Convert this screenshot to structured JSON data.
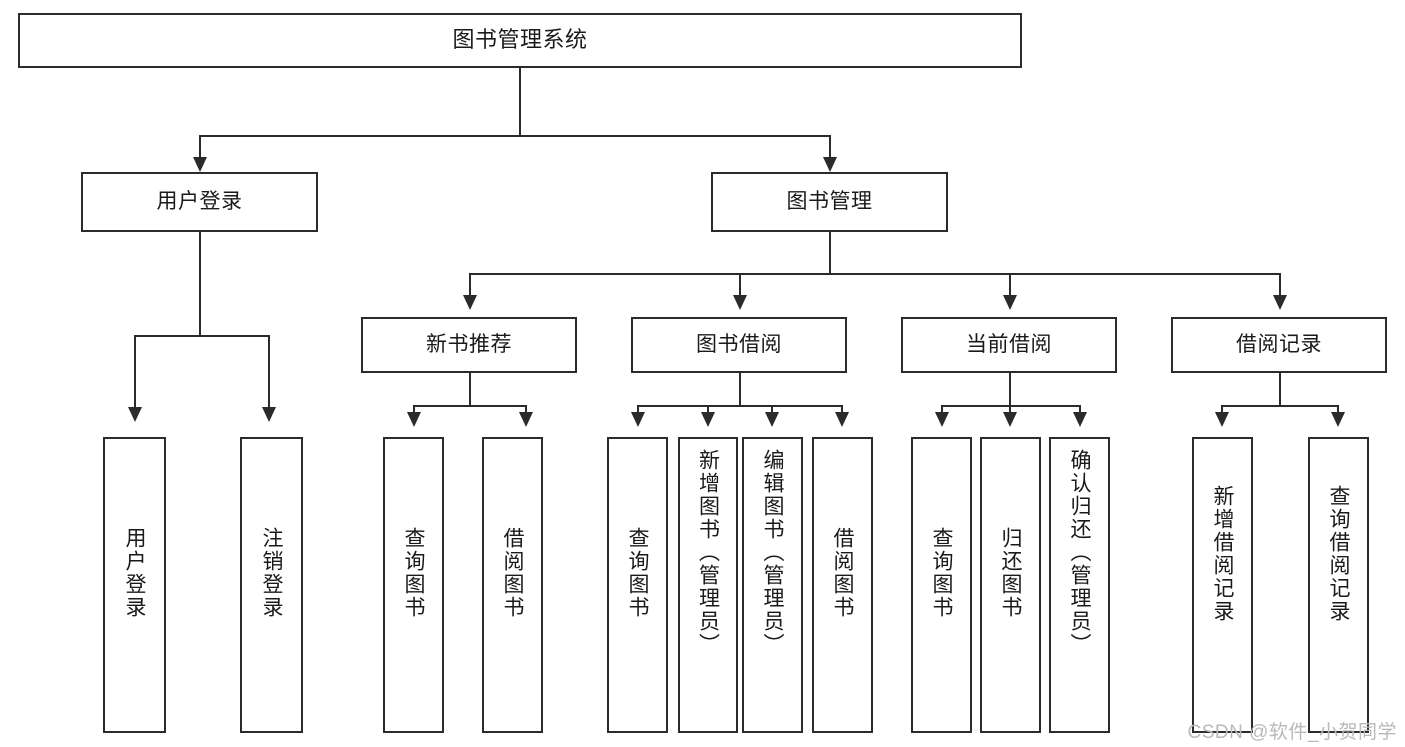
{
  "diagram": {
    "title": "图书管理系统",
    "type": "tree-hierarchy-chart",
    "watermark": "CSDN @软件_小贺同学",
    "colors": {
      "stroke": "#2b2b2b",
      "fill": "#ffffff",
      "text": "#1a1a1a",
      "watermark": "#b9b9b9"
    },
    "root": {
      "label": "图书管理系统"
    },
    "level2": [
      {
        "id": "user-login",
        "label": "用户登录"
      },
      {
        "id": "book-manage",
        "label": "图书管理"
      }
    ],
    "level3": [
      {
        "id": "new-book-recommend",
        "label": "新书推荐"
      },
      {
        "id": "book-borrow",
        "label": "图书借阅"
      },
      {
        "id": "current-borrow",
        "label": "当前借阅"
      },
      {
        "id": "borrow-record",
        "label": "借阅记录"
      }
    ],
    "leaves": {
      "user_login": [
        {
          "id": "leaf-user-login",
          "label": "用户登录"
        },
        {
          "id": "leaf-logout",
          "label": "注销登录"
        }
      ],
      "new_book_recommend": [
        {
          "id": "leaf-query-book-1",
          "label": "查询图书"
        },
        {
          "id": "leaf-borrow-book-1",
          "label": "借阅图书"
        }
      ],
      "book_borrow": [
        {
          "id": "leaf-query-book-2",
          "label": "查询图书"
        },
        {
          "id": "leaf-add-book",
          "label": "新增图书（管理员）"
        },
        {
          "id": "leaf-edit-book",
          "label": "编辑图书（管理员）"
        },
        {
          "id": "leaf-borrow-book-2",
          "label": "借阅图书"
        }
      ],
      "current_borrow": [
        {
          "id": "leaf-query-book-3",
          "label": "查询图书"
        },
        {
          "id": "leaf-return-book",
          "label": "归还图书"
        },
        {
          "id": "leaf-confirm-return",
          "label": "确认归还（管理员）"
        }
      ],
      "borrow_record": [
        {
          "id": "leaf-add-record",
          "label": "新增借阅记录"
        },
        {
          "id": "leaf-query-record",
          "label": "查询借阅记录"
        }
      ]
    }
  }
}
